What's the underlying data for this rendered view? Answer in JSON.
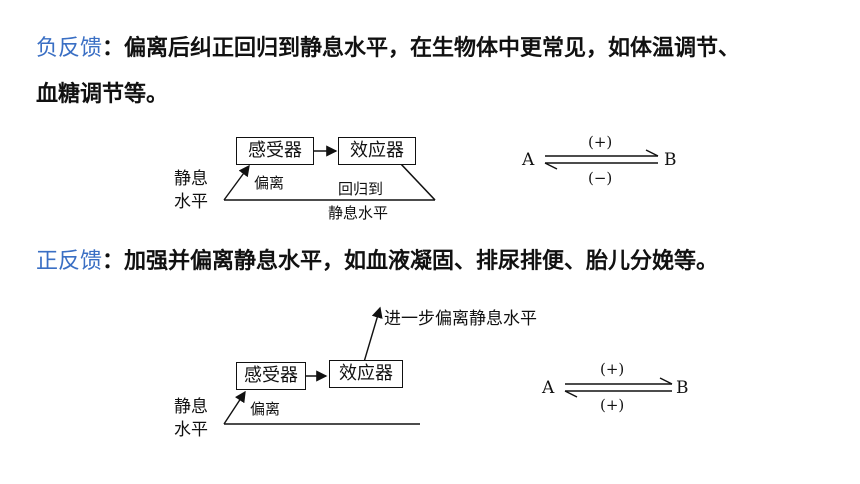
{
  "negative": {
    "term": "负反馈",
    "line1": "：偏离后纠正回归到静息水平，在生物体中更常见，如体温调节、",
    "line2": "血糖调节等。",
    "diagram": {
      "box1": "感受器",
      "box2": "效应器",
      "rest_label_1": "静息",
      "rest_label_2": "水平",
      "deviate": "偏离",
      "return": "回归到",
      "return_target": "静息水平"
    },
    "equilibrium": {
      "left": "A",
      "right": "B",
      "top": "(+)",
      "bottom": "(−)"
    }
  },
  "positive": {
    "term": "正反馈",
    "line1": "：加强并偏离静息水平，如血液凝固、排尿排便、胎儿分娩等。",
    "diagram": {
      "box1": "感受器",
      "box2": "效应器",
      "rest_label_1": "静息",
      "rest_label_2": "水平",
      "deviate": "偏离",
      "further": "进一步偏离静息水平"
    },
    "equilibrium": {
      "left": "A",
      "right": "B",
      "top": "(+)",
      "bottom": "(+)"
    }
  }
}
